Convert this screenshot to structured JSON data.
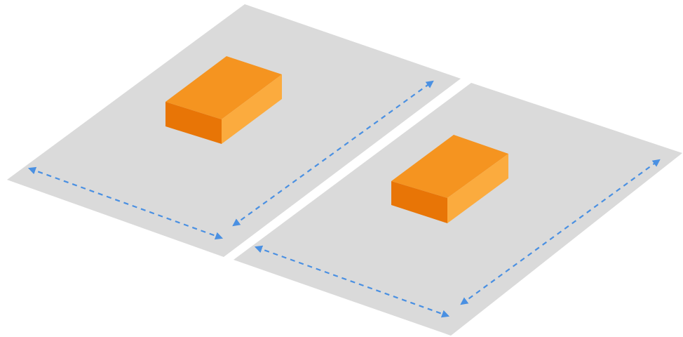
{
  "diagram": {
    "description_visible_text": "",
    "colors": {
      "background": "#ffffff",
      "plot": "#dadada",
      "box_top": "#f59420",
      "box_front_left": "#ee8010",
      "box_front_left_dark": "#e87506",
      "box_front_right": "#fbab3e",
      "dimension_arrow": "#4a90e2"
    },
    "plots": [
      {
        "name": "left-plot",
        "building": "orange-box",
        "dimension_arrows": [
          "width-arrow",
          "depth-arrow"
        ]
      },
      {
        "name": "right-plot",
        "building": "orange-box",
        "dimension_arrows": [
          "width-arrow",
          "depth-arrow"
        ]
      }
    ]
  }
}
